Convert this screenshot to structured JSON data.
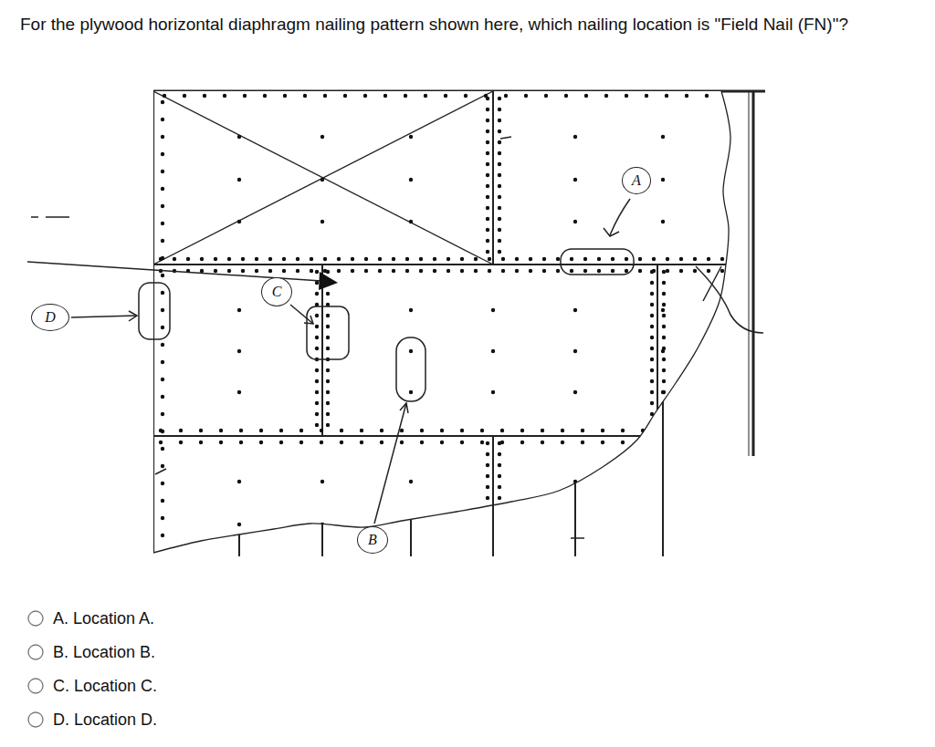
{
  "diagram": {
    "title": "For the plywood horizontal diaphragm nailing pattern shown here, which nailing location is \"Field Nail (FN)\"?",
    "nodes": [
      {
        "text": [
          "A"
        ]
      },
      {
        "text": [
          "C"
        ]
      },
      {
        "text": [
          "D"
        ]
      },
      {
        "text": [
          "B"
        ]
      }
    ],
    "labels": [
      "A. Location A.",
      "B. Location B.",
      "C. Location C.",
      "D. Location D."
    ]
  }
}
